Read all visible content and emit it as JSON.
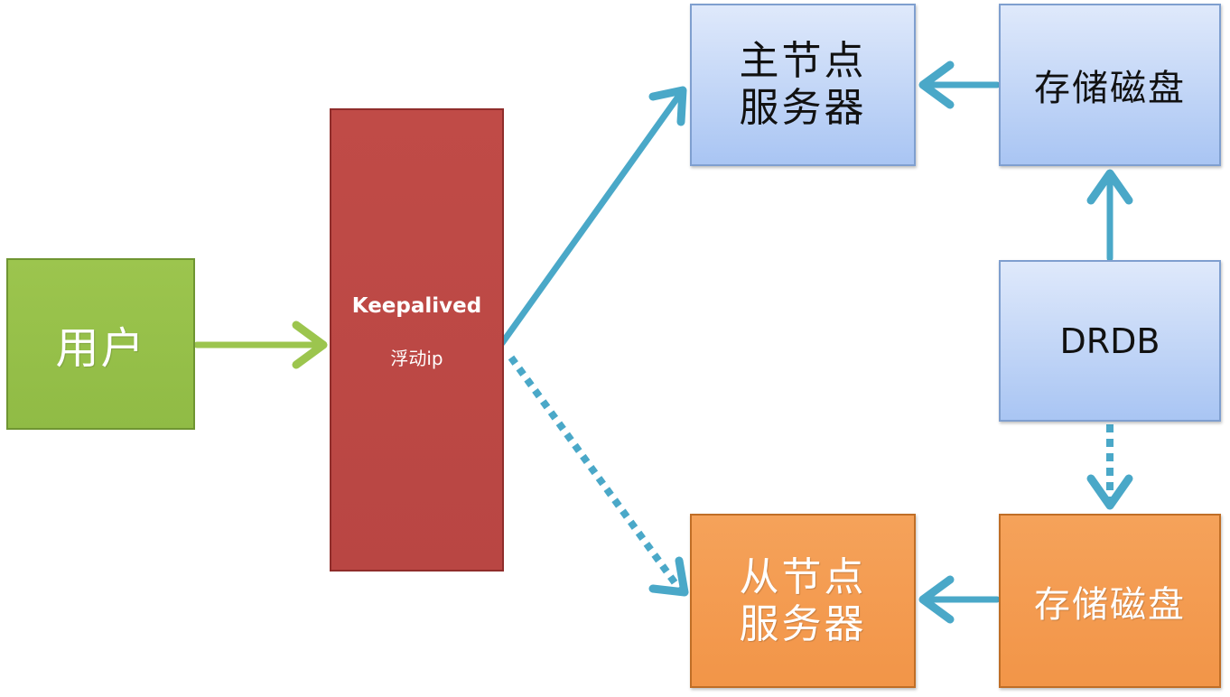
{
  "diagram": {
    "user": {
      "label": "用户"
    },
    "keepalived": {
      "title": "Keepalived",
      "subtitle": "浮动ip"
    },
    "primary_server": {
      "line1": "主节点",
      "line2": "服务器"
    },
    "primary_disk": {
      "label": "存储磁盘"
    },
    "drdb": {
      "label": "DRDB"
    },
    "backup_server": {
      "line1": "从节点",
      "line2": "服务器"
    },
    "backup_disk": {
      "label": "存储磁盘"
    }
  },
  "colors": {
    "user_green": "#9cc54e",
    "keepalived_red": "#bd4845",
    "primary_blue": "#b8cff5",
    "backup_orange": "#f39a4d",
    "arrow_teal": "#4aa8c8",
    "arrow_green": "#9cc54e"
  },
  "connections": [
    {
      "from": "user",
      "to": "keepalived",
      "style": "solid"
    },
    {
      "from": "keepalived",
      "to": "primary_server",
      "style": "solid"
    },
    {
      "from": "keepalived",
      "to": "backup_server",
      "style": "dotted"
    },
    {
      "from": "primary_disk",
      "to": "primary_server",
      "style": "solid"
    },
    {
      "from": "drdb",
      "to": "primary_disk",
      "style": "solid"
    },
    {
      "from": "drdb",
      "to": "backup_disk",
      "style": "dotted"
    },
    {
      "from": "backup_disk",
      "to": "backup_server",
      "style": "solid"
    }
  ]
}
